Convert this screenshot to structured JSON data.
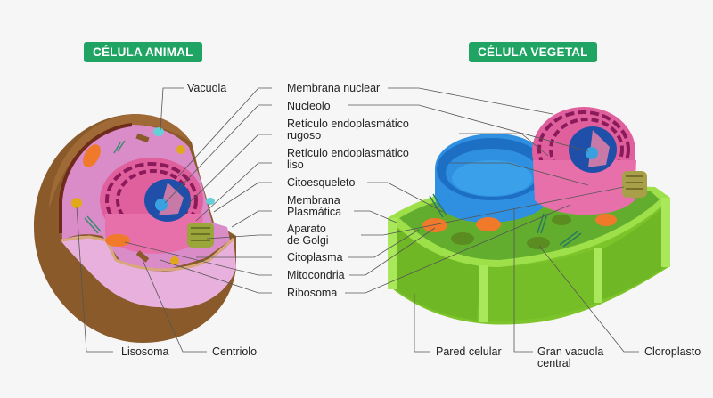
{
  "titles": {
    "animal": "CÉLULA ANIMAL",
    "plant": "CÉLULA VEGETAL"
  },
  "center_labels": {
    "membrana_nuclear": "Membrana nuclear",
    "nucleolo": "Nucleolo",
    "rer_1": "Retículo endoplasmático",
    "rer_2": "rugoso",
    "rel_1": "Retículo endoplasmático",
    "rel_2": "liso",
    "citoesqueleto": "Citoesqueleto",
    "membrana_plasmatica_1": "Membrana",
    "membrana_plasmatica_2": "Plasmática",
    "golgi_1": "Aparato",
    "golgi_2": "de Golgi",
    "citoplasma": "Citoplasma",
    "mitocondria": "Mitocondria",
    "ribosoma": "Ribosoma"
  },
  "animal_labels": {
    "vacuola": "Vacuola",
    "lisosoma": "Lisosoma",
    "centriolo": "Centriolo"
  },
  "plant_labels": {
    "pared_celular": "Pared celular",
    "gran_vacuola_1": "Gran vacuola",
    "gran_vacuola_2": "central",
    "cloroplasto": "Cloroplasto"
  },
  "colors": {
    "badge": "#1fa463",
    "background": "#f6f6f6",
    "cell_wall_green": "#8fd43a",
    "vacuole_blue": "#2f8fe0",
    "membrane_brown": "#8a5a2b",
    "cytoplasm_pink": "#d98cc8",
    "nucleus_blue": "#1f4fa8",
    "er_magenta": "#e0609e"
  }
}
